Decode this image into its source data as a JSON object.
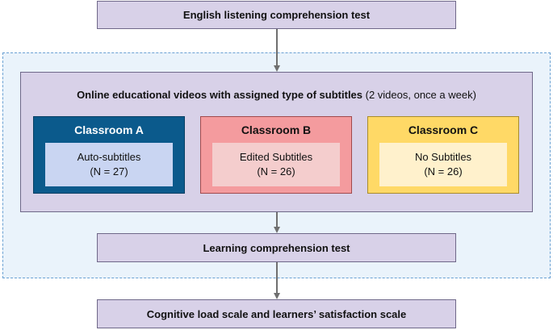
{
  "boxes": {
    "top": "English listening comprehension test",
    "middle": "Learning comprehension test",
    "bottom": "Cognitive load scale and learners’ satisfaction scale"
  },
  "online": {
    "title_bold": "Online educational videos with assigned type of subtitles",
    "title_rest": " (2 videos, once a week)"
  },
  "classrooms": [
    {
      "name": "Classroom A",
      "subtitle": "Auto-subtitles",
      "n": "(N = 27)",
      "color": "#0b5a8c"
    },
    {
      "name": "Classroom B",
      "subtitle": "Edited Subtitles",
      "n": "(N = 26)",
      "color": "#f49b9e"
    },
    {
      "name": "Classroom C",
      "subtitle": "No Subtitles",
      "n": "(N = 26)",
      "color": "#ffd966"
    }
  ],
  "colors": {
    "box_fill": "#d8d1e8",
    "dashed_region": "#eaf3fb",
    "dashed_border": "#6aa1d3",
    "arrow": "#6f6f6f"
  }
}
